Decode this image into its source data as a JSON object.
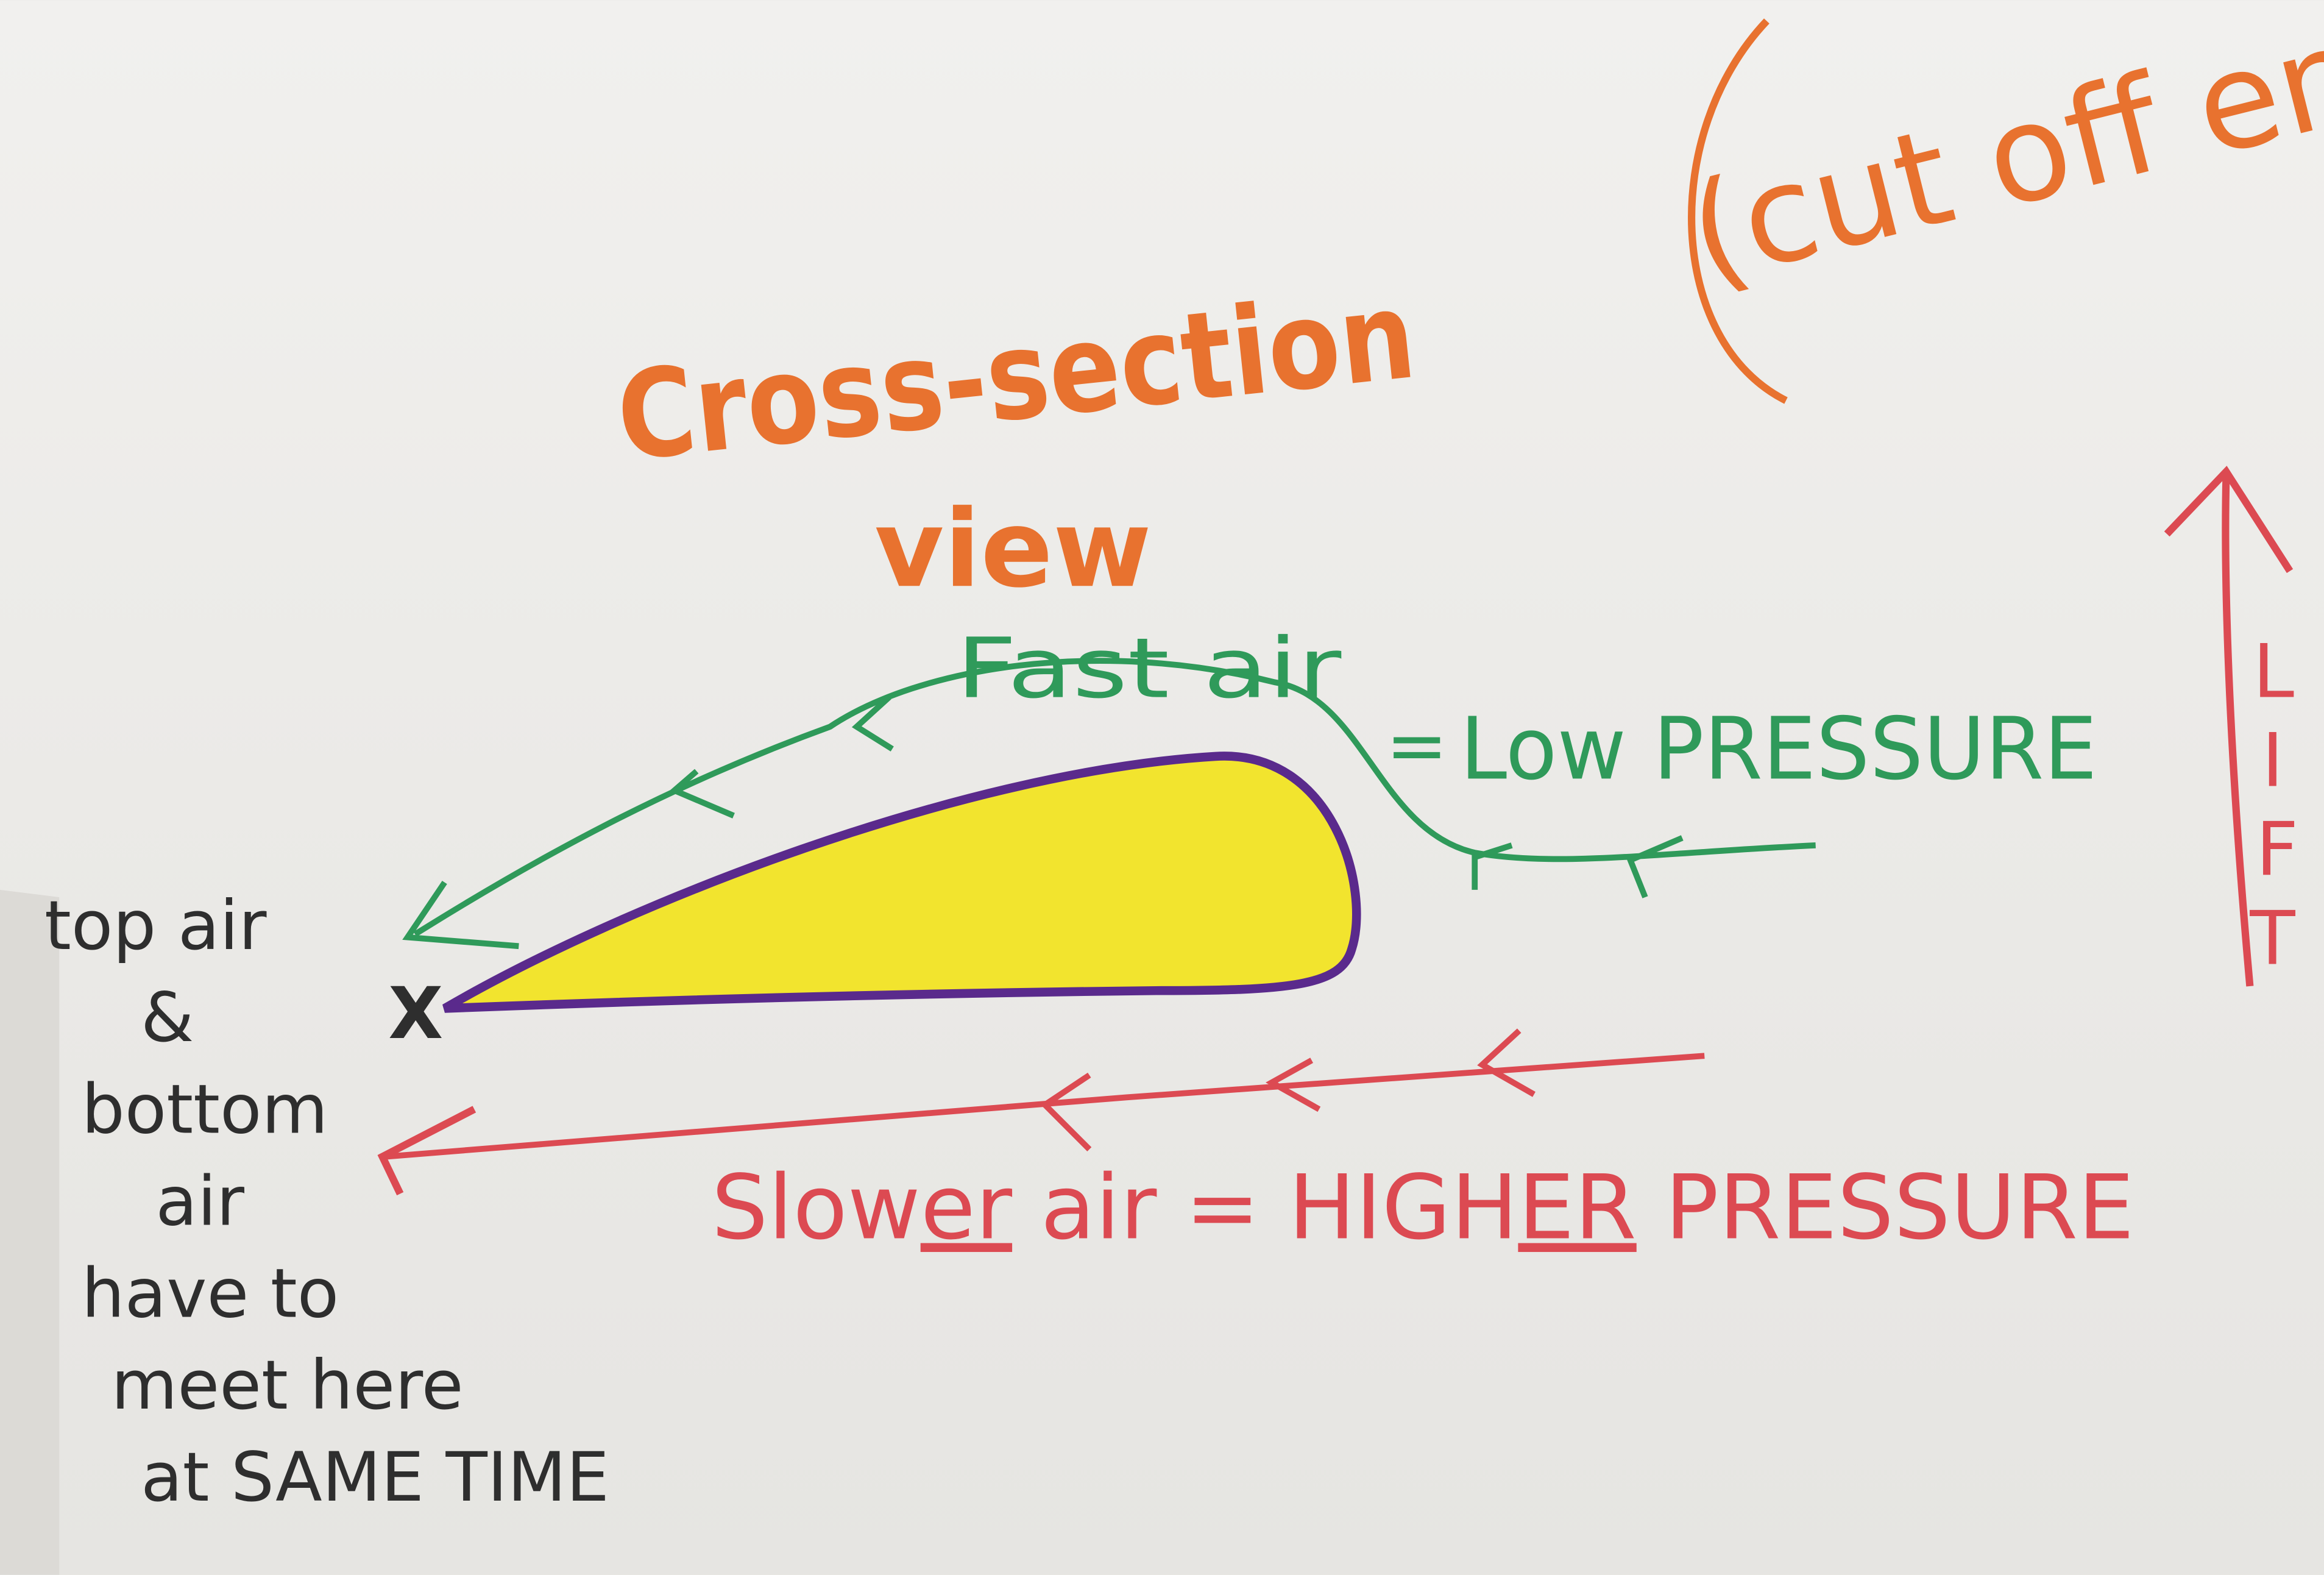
{
  "title": {
    "line1": "Cross-section",
    "line2": "view"
  },
  "corner_note": "(cut off end",
  "top_flow": {
    "label": "Fast air",
    "equals": "=",
    "pressure": "Low PRESSURE"
  },
  "bottom_flow": {
    "label_main": "Slow",
    "label_underlined": "er",
    "label_air": "air",
    "equals": "=",
    "pressure_main": "HIGH",
    "pressure_underlined": "ER",
    "pressure_rest": "PRESSURE"
  },
  "lift": {
    "letters": [
      "L",
      "I",
      "F",
      "T"
    ]
  },
  "meet_mark": "X",
  "note": {
    "lines": [
      "top air",
      "&",
      "bottom",
      "air",
      "have to",
      "meet here",
      "at SAME TIME"
    ]
  },
  "colors": {
    "orange": "#e8722f",
    "green": "#2f9a5a",
    "red": "#dc4a52",
    "wing_fill": "#f2e42e",
    "wing_outline": "#5a2a8c",
    "ink": "#2e2e2e",
    "paper": "#efeeeb"
  }
}
